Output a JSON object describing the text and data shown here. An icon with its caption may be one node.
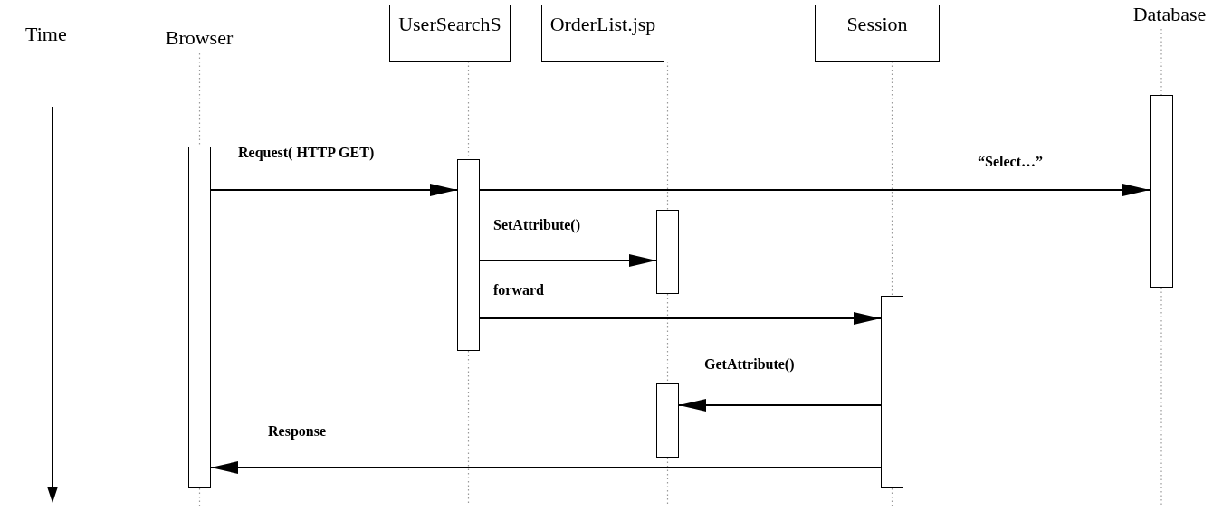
{
  "diagram": {
    "nodes": [
      {
        "text": [
          "Browser"
        ]
      },
      {
        "text": [
          "UserSearchS"
        ]
      },
      {
        "text": [
          "OrderList.jsp"
        ]
      },
      {
        "text": [
          "Session"
        ]
      },
      {
        "text": [
          "Database"
        ]
      },
      {
        "text": [],
        "shape": "bar"
      },
      {
        "text": [],
        "shape": "bar"
      },
      {
        "text": [],
        "shape": "bar"
      },
      {
        "text": [],
        "shape": "bar"
      },
      {
        "text": [],
        "shape": "bar"
      },
      {
        "text": [],
        "shape": "bar"
      }
    ],
    "edges": [
      {
        "from": 0,
        "to": 6,
        "arrow": "none",
        "style": "dashed",
        "color": "#999999"
      },
      {
        "from": 6,
        "to": null,
        "arrow": "none",
        "style": "dashed",
        "color": "#999999"
      },
      {
        "from": 1,
        "to": 7,
        "arrow": "none",
        "style": "dashed",
        "color": "#999999"
      },
      {
        "from": 7,
        "to": null,
        "arrow": "none",
        "style": "dashed",
        "color": "#999999"
      },
      {
        "from": 2,
        "to": 8,
        "arrow": "none",
        "style": "dashed",
        "color": "#999999"
      },
      {
        "from": 8,
        "to": 10,
        "arrow": "none",
        "style": "dashed",
        "color": "#999999"
      },
      {
        "from": 10,
        "to": null,
        "arrow": "none",
        "style": "dashed",
        "color": "#999999"
      },
      {
        "from": 3,
        "to": 9,
        "arrow": "none",
        "style": "dashed",
        "color": "#999999"
      },
      {
        "from": 9,
        "to": null,
        "arrow": "none",
        "style": "dashed",
        "color": "#999999"
      },
      {
        "from": 4,
        "to": 5,
        "arrow": "none",
        "style": "dashed",
        "color": "#999999"
      },
      {
        "from": 5,
        "to": null,
        "arrow": "none",
        "style": "dashed",
        "color": "#999999"
      },
      {
        "from": 6,
        "to": 7,
        "arrow": "to",
        "label": "Request( HTTP GET)",
        "color": "#000000"
      },
      {
        "from": 7,
        "to": 5,
        "arrow": "to",
        "label": "“Select…”",
        "color": "#000000"
      },
      {
        "from": 7,
        "to": 8,
        "arrow": "to",
        "label": "SetAttribute()",
        "color": "#000000"
      },
      {
        "from": 7,
        "to": 9,
        "arrow": "to",
        "label": "forward",
        "color": "#000000"
      },
      {
        "from": 9,
        "to": 10,
        "arrow": "to",
        "label": "GetAttribute()",
        "color": "#000000"
      },
      {
        "from": 9,
        "to": 6,
        "arrow": "to",
        "label": "Response",
        "color": "#000000"
      }
    ],
    "labels": [
      "Time"
    ]
  }
}
